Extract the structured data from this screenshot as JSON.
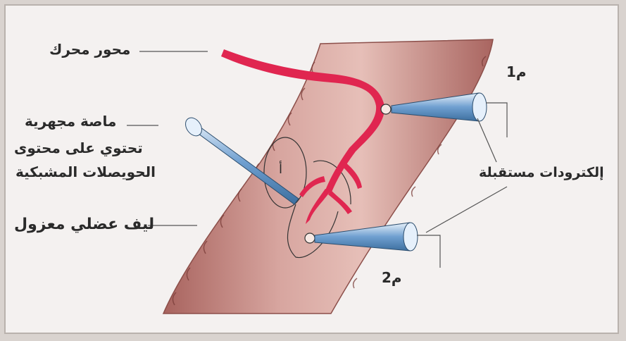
{
  "labels": {
    "motor_axon": "محور محرك",
    "micropipette_line1": "ماصة مجهرية",
    "micropipette_line2": "تحتوي  على  محتوى",
    "micropipette_line3": "الحويصلات المشبكية",
    "isolated_fiber": "ليف عضلي معزول",
    "receiving_electrodes": "إلكترودات مستقبلة",
    "m1": "م1",
    "m2": "م2",
    "point_a": "أ"
  },
  "colors": {
    "muscle_fiber": "#c98f8d",
    "axon": "#e02650",
    "electrode": "#7fa9d6",
    "line": "#555555"
  }
}
